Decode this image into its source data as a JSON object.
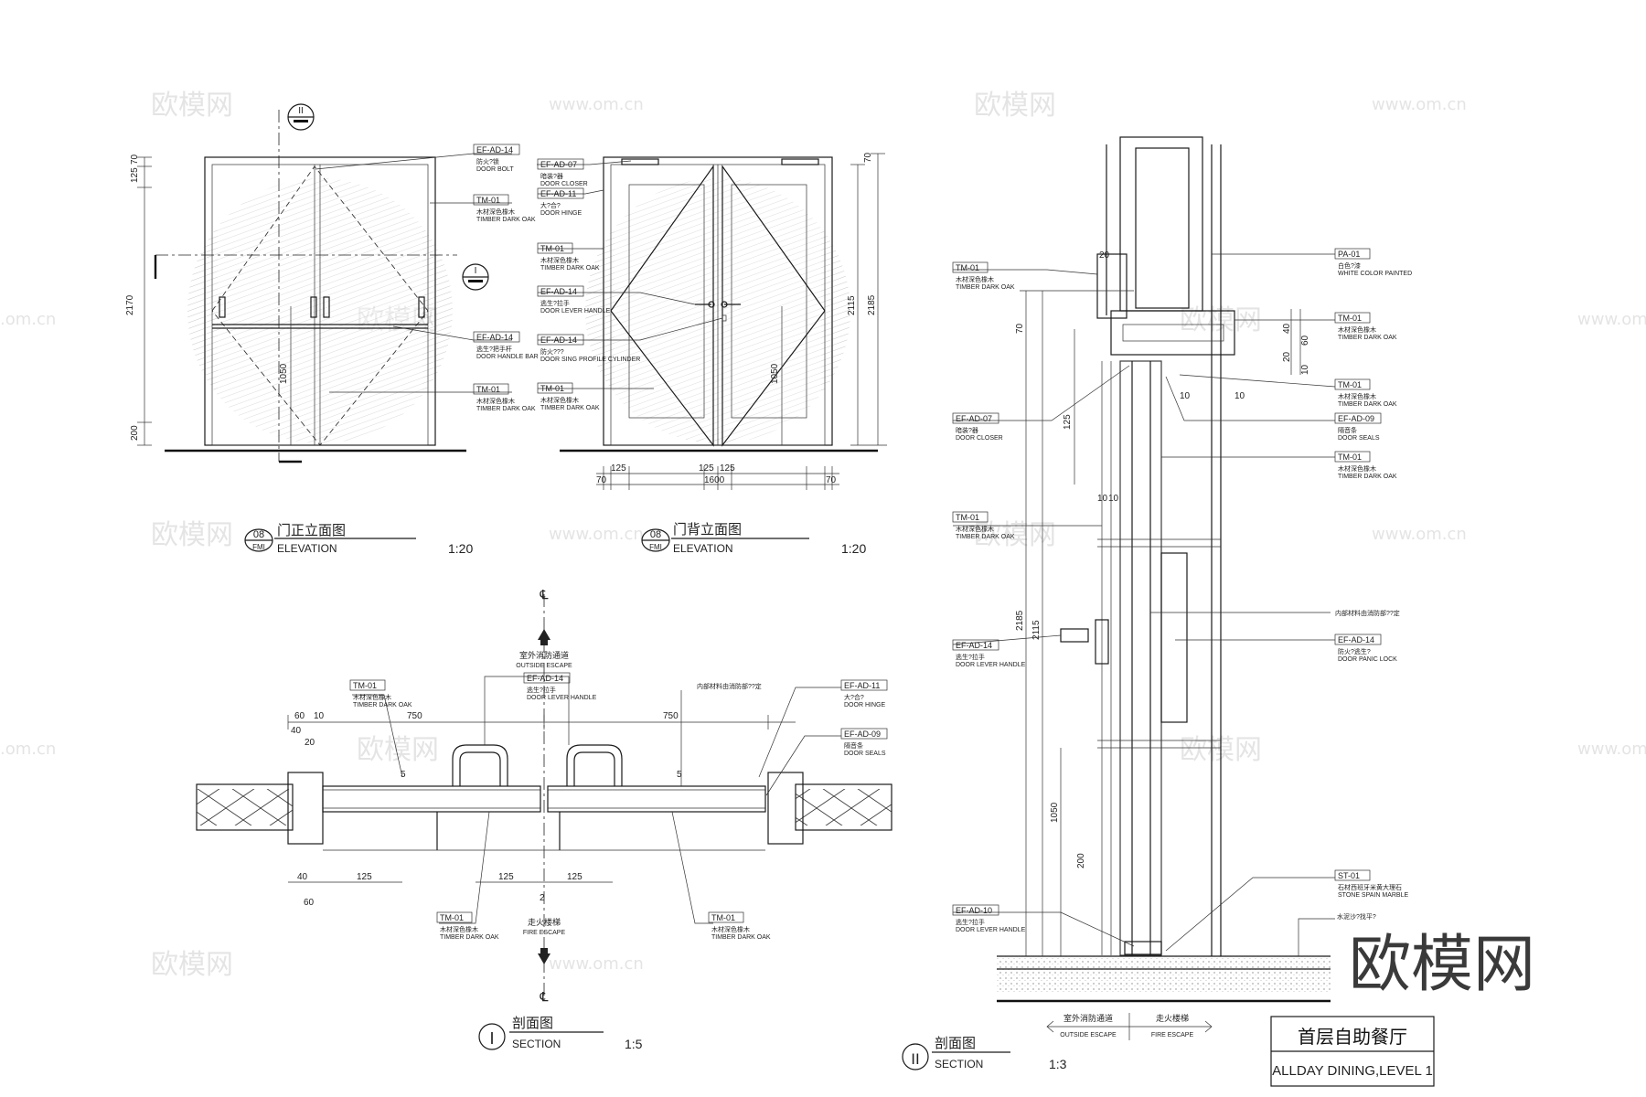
{
  "watermarks": {
    "brand_cn": "欧模网",
    "url": "www.om.cn",
    "url_short": ".om.cn",
    "wm_small": "欧模网",
    "big_logo": "欧模网"
  },
  "elevation_front": {
    "title_cn": "门正立面图",
    "title_en": "ELEVATION",
    "number": "08",
    "sheet": "FMI",
    "scale": "1:20",
    "section_mark_top": "II",
    "section_mark_side": "I",
    "dims": {
      "total": "2170",
      "top": "70",
      "top2": "125",
      "mid": "1050",
      "bot": "200"
    },
    "tags": [
      {
        "code": "EF-AD-14",
        "cn": "防火?锁",
        "en": "DOOR BOLT"
      },
      {
        "code": "TM-01",
        "cn": "木材深色橡木",
        "en": "TIMBER DARK OAK"
      },
      {
        "code": "EF-AD-14",
        "cn": "逃生?把手杆",
        "en": "DOOR HANDLE BAR"
      },
      {
        "code": "TM-01",
        "cn": "木材深色橡木",
        "en": "TIMBER DARK OAK"
      }
    ]
  },
  "elevation_back": {
    "title_cn": "门背立面图",
    "title_en": "ELEVATION",
    "number": "08",
    "sheet": "FMI",
    "scale": "1:20",
    "dims": {
      "h1": "2115",
      "h2": "2185",
      "top": "70",
      "mid": "1050",
      "w_total": "1600",
      "w_a": "125",
      "w_b": "125",
      "w_c": "125",
      "w_side1": "70",
      "w_side2": "70"
    },
    "tags": [
      {
        "code": "EF-AD-07",
        "cn": "暗装?器",
        "en": "DOOR CLOSER"
      },
      {
        "code": "EF-AD-11",
        "cn": "大?合?",
        "en": "DOOR HINGE"
      },
      {
        "code": "TM-01",
        "cn": "木材深色橡木",
        "en": "TIMBER DARK OAK"
      },
      {
        "code": "EF-AD-14",
        "cn": "逃生?拉手",
        "en": "DOOR LEVER HANDLE"
      },
      {
        "code": "EF-AD-14",
        "cn": "防火???",
        "en": "DOOR SING PROFILE CYLINDER"
      },
      {
        "code": "TM-01",
        "cn": "木材深色橡木",
        "en": "TIMBER DARK OAK"
      }
    ]
  },
  "section_I": {
    "title_cn": "剖面图",
    "title_en": "SECTION",
    "mark": "I",
    "scale": "1:5",
    "center": "℄",
    "top_cn": "室外消防通道",
    "top_en": "OUTSIDE ESCAPE",
    "bot_cn": "走火楼梯",
    "bot_en": "FIRE ESCAPE",
    "note": "内部材料由消防部??定",
    "dims": {
      "l750": "750",
      "r750": "750",
      "d60": "60",
      "d40": "40",
      "d10": "10",
      "d20": "20",
      "d125a": "125",
      "d125b": "125",
      "d125c": "125",
      "d2": "2",
      "d5a": "5",
      "d5b": "5"
    },
    "tags": [
      {
        "code": "TM-01",
        "cn": "木材深色橡木",
        "en": "TIMBER DARK OAK"
      },
      {
        "code": "EF-AD-14",
        "cn": "逃生?拉手",
        "en": "DOOR LEVER HANDLE"
      },
      {
        "code": "EF-AD-11",
        "cn": "大?合?",
        "en": "DOOR HINGE"
      },
      {
        "code": "EF-AD-09",
        "cn": "隔音条",
        "en": "DOOR SEALS"
      },
      {
        "code": "TM-01",
        "cn": "木材深色橡木",
        "en": "TIMBER DARK OAK"
      },
      {
        "code": "TM-01",
        "cn": "木材深色橡木",
        "en": "TIMBER DARK OAK"
      }
    ]
  },
  "section_II": {
    "title_cn": "剖面图",
    "title_en": "SECTION",
    "mark": "II",
    "scale": "1:3",
    "left_cn": "室外消防通道",
    "left_en": "OUTSIDE ESCAPE",
    "right_cn": "走火楼梯",
    "right_en": "FIRE ESCAPE",
    "note": "内部材料由消防部??定",
    "note2": "水泥沙?找平?",
    "dims": {
      "d20": "20",
      "d70": "70",
      "d125": "125",
      "d2185": "2185",
      "d2115": "2115",
      "d1050": "1050",
      "d200": "200",
      "d10a": "10",
      "d10b": "10",
      "d40": "40",
      "d60": "60",
      "d20b": "20",
      "d10c": "10",
      "d10d": "10"
    },
    "tags_left": [
      {
        "code": "TM-01",
        "cn": "木材深色橡木",
        "en": "TIMBER DARK OAK"
      },
      {
        "code": "EF-AD-07",
        "cn": "暗装?器",
        "en": "DOOR CLOSER"
      },
      {
        "code": "TM-01",
        "cn": "木材深色橡木",
        "en": "TIMBER DARK OAK"
      },
      {
        "code": "EF-AD-14",
        "cn": "逃生?拉手",
        "en": "DOOR LEVER HANDLE"
      },
      {
        "code": "EF-AD-10",
        "cn": "逃生?拉手",
        "en": "DOOR LEVER HANDLE"
      }
    ],
    "tags_right": [
      {
        "code": "PA-01",
        "cn": "白色?漆",
        "en": "WHITE COLOR PAINTED"
      },
      {
        "code": "TM-01",
        "cn": "木材深色橡木",
        "en": "TIMBER DARK OAK"
      },
      {
        "code": "TM-01",
        "cn": "木材深色橡木",
        "en": "TIMBER DARK OAK"
      },
      {
        "code": "EF-AD-09",
        "cn": "隔音条",
        "en": "DOOR SEALS"
      },
      {
        "code": "TM-01",
        "cn": "木材深色橡木",
        "en": "TIMBER DARK OAK"
      },
      {
        "code": "EF-AD-14",
        "cn": "防火?逃生?",
        "en": "DOOR PANIC LOCK"
      },
      {
        "code": "ST-01",
        "cn": "石材西班牙米黄大理石",
        "en": "STONE SPAIN MARBLE"
      }
    ]
  },
  "title_block": {
    "cn": "首层自助餐厅",
    "en": "ALLDAY DINING,LEVEL 1"
  }
}
